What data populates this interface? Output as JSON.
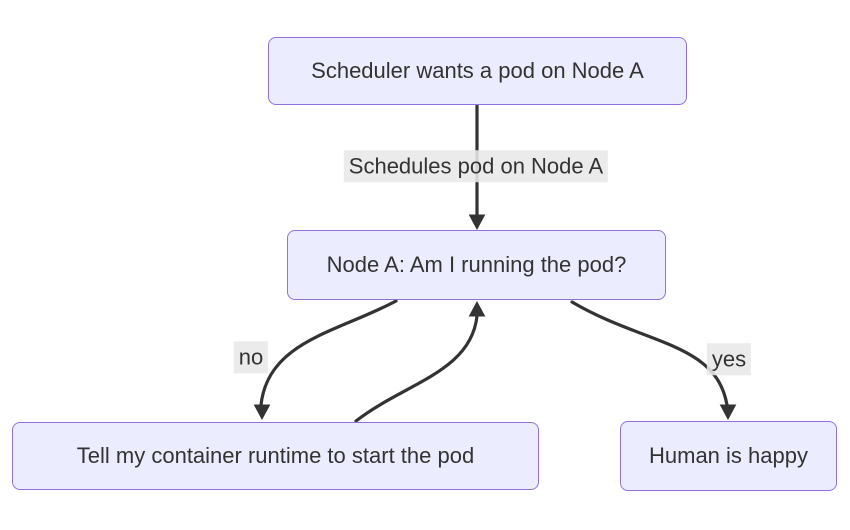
{
  "diagram": {
    "type": "flowchart",
    "direction": "top-down",
    "colors": {
      "background": "#ffffff",
      "node_fill": "#ECECFF",
      "node_border": "#9370DB",
      "edge_stroke": "#333333",
      "text": "#333333",
      "edge_label_background": "#e8e8e8"
    },
    "nodes": [
      {
        "id": "scheduler",
        "label": "Scheduler wants a pod on Node A"
      },
      {
        "id": "node-a",
        "label": "Node A: Am I running the pod?"
      },
      {
        "id": "runtime",
        "label": "Tell my container runtime to start the pod"
      },
      {
        "id": "human",
        "label": "Human is happy"
      }
    ],
    "edges": [
      {
        "from": "scheduler",
        "to": "node-a",
        "label": "Schedules pod on Node A"
      },
      {
        "from": "node-a",
        "to": "runtime",
        "label": "no"
      },
      {
        "from": "runtime",
        "to": "node-a",
        "label": ""
      },
      {
        "from": "node-a",
        "to": "human",
        "label": "yes"
      }
    ]
  }
}
